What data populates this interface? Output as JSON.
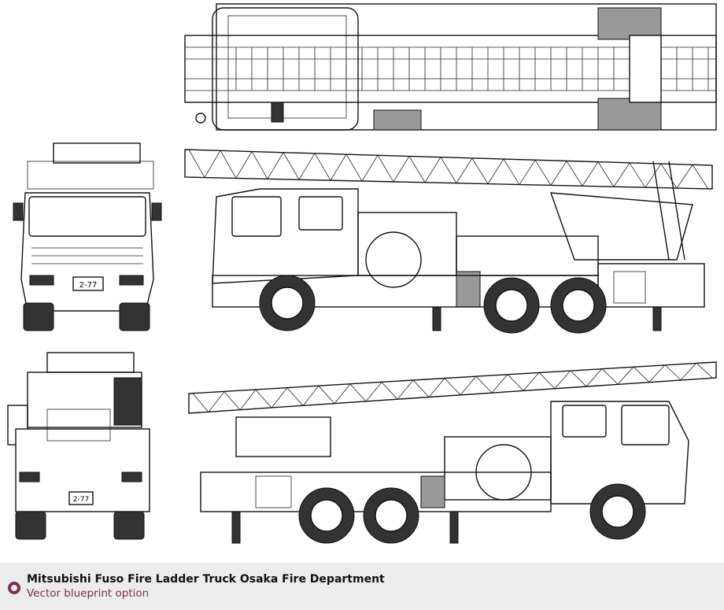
{
  "blueprint": {
    "subject": "Mitsubishi Fuso fire ladder truck",
    "views": [
      "top",
      "front",
      "right-side",
      "rear",
      "left-side"
    ],
    "plate_text": "2-77"
  },
  "caption": {
    "title": "Mitsubishi Fuso Fire Ladder Truck Osaka Fire Department",
    "subtitle": "Vector blueprint option",
    "icon": "ring-bullet-icon",
    "accent_color": "#7a2f55"
  }
}
